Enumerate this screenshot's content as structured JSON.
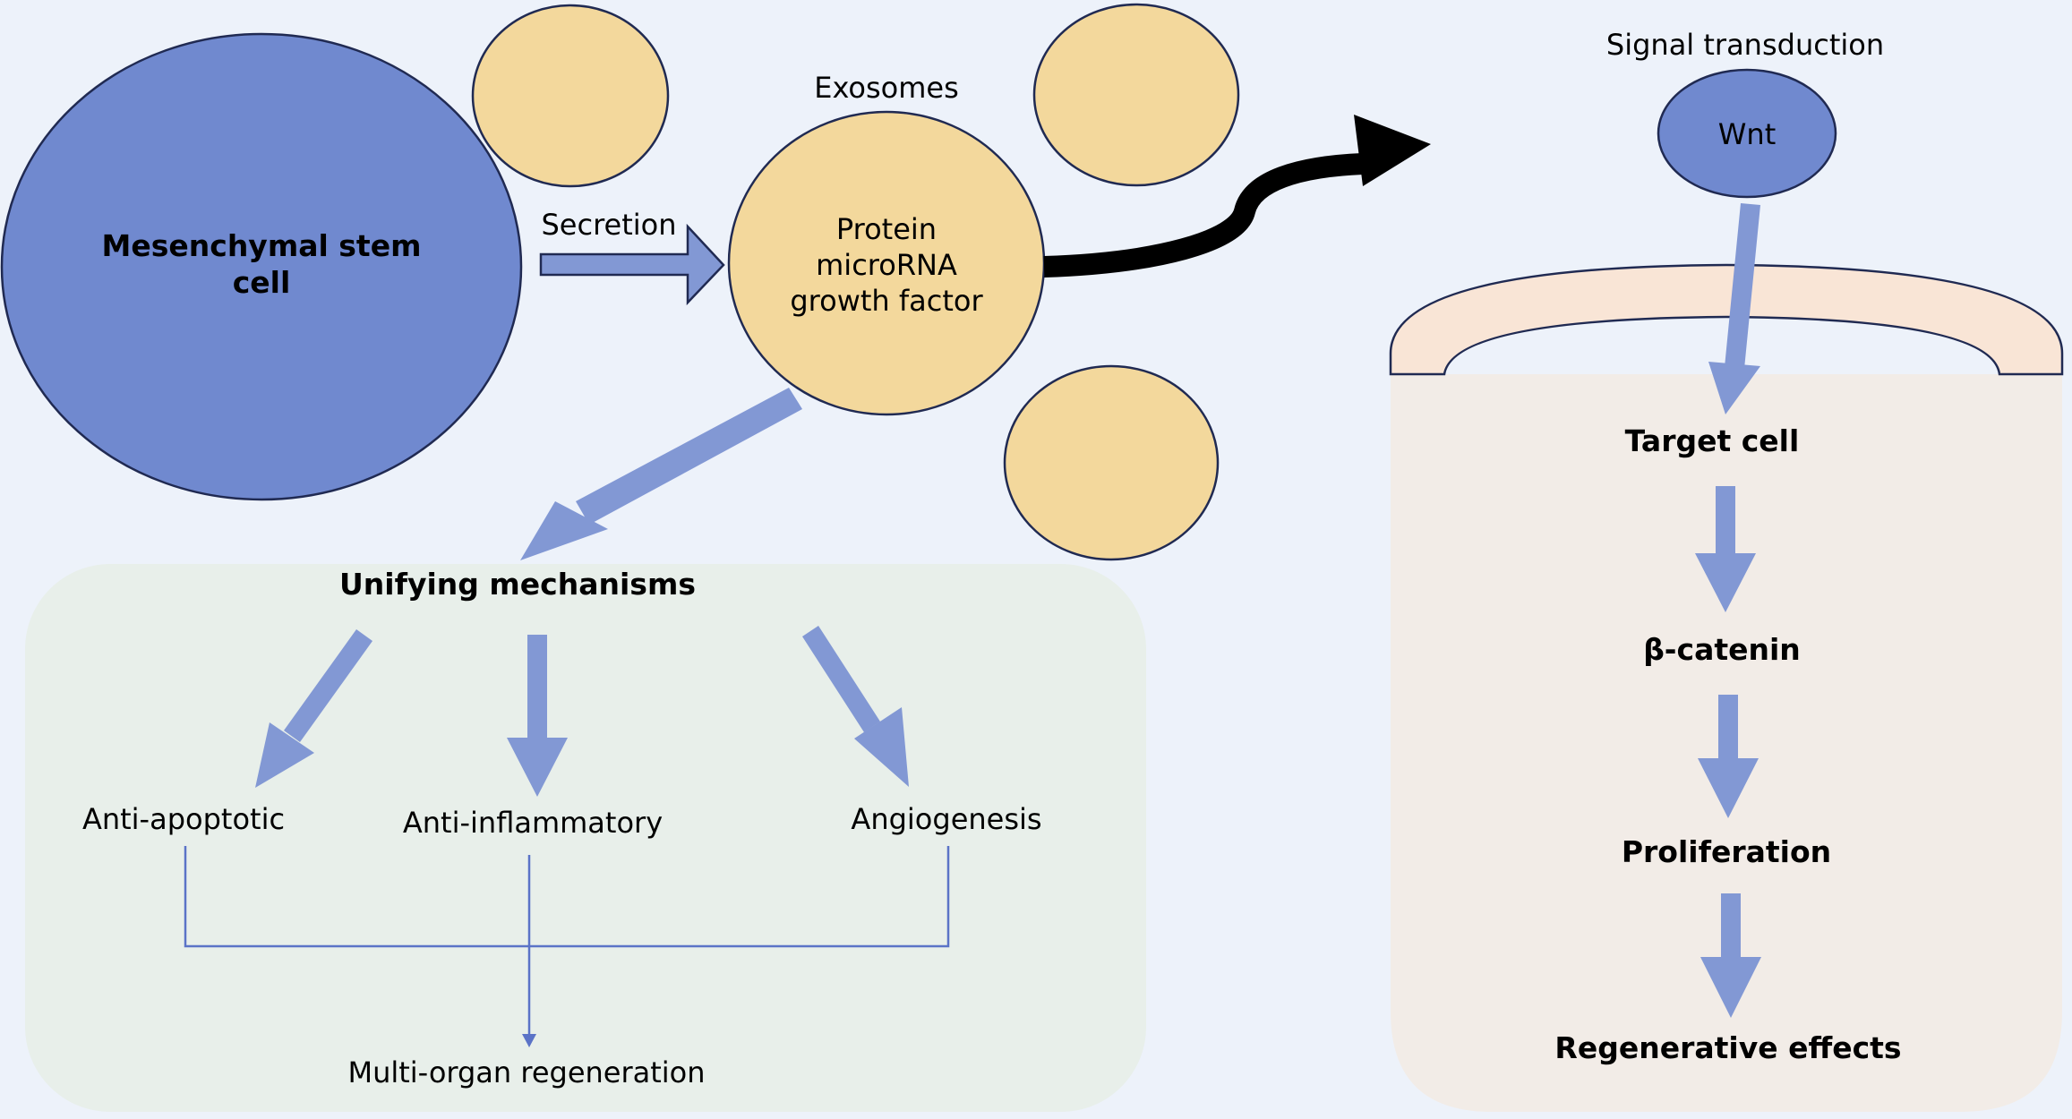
{
  "left": {
    "msc_label_line1": "Mesenchymal stem",
    "msc_label_line2": "cell",
    "secretion_label": "Secretion",
    "exosomes_label": "Exosomes",
    "exosome_line1": "Protein",
    "exosome_line2": "microRNA",
    "exosome_line3": "growth factor",
    "unifying_title": "Unifying mechanisms",
    "mechanisms": [
      "Anti-apoptotic",
      "Anti-inflammatory",
      "Angiogenesis"
    ],
    "outcome": "Multi-organ regeneration"
  },
  "right": {
    "signal_label": "Signal transduction",
    "wnt_label": "Wnt",
    "steps": [
      "Target cell",
      "β-catenin",
      "Proliferation",
      "Regenerative effects"
    ]
  },
  "colors": {
    "background": "#edf2fa",
    "stem_cell": "#7089cf",
    "exosome": "#f3d89c",
    "arrow": "#8298d4",
    "mechanism_panel": "#e8efea",
    "target_panel": "#f2ece7",
    "membrane": "#f9e5d6"
  }
}
